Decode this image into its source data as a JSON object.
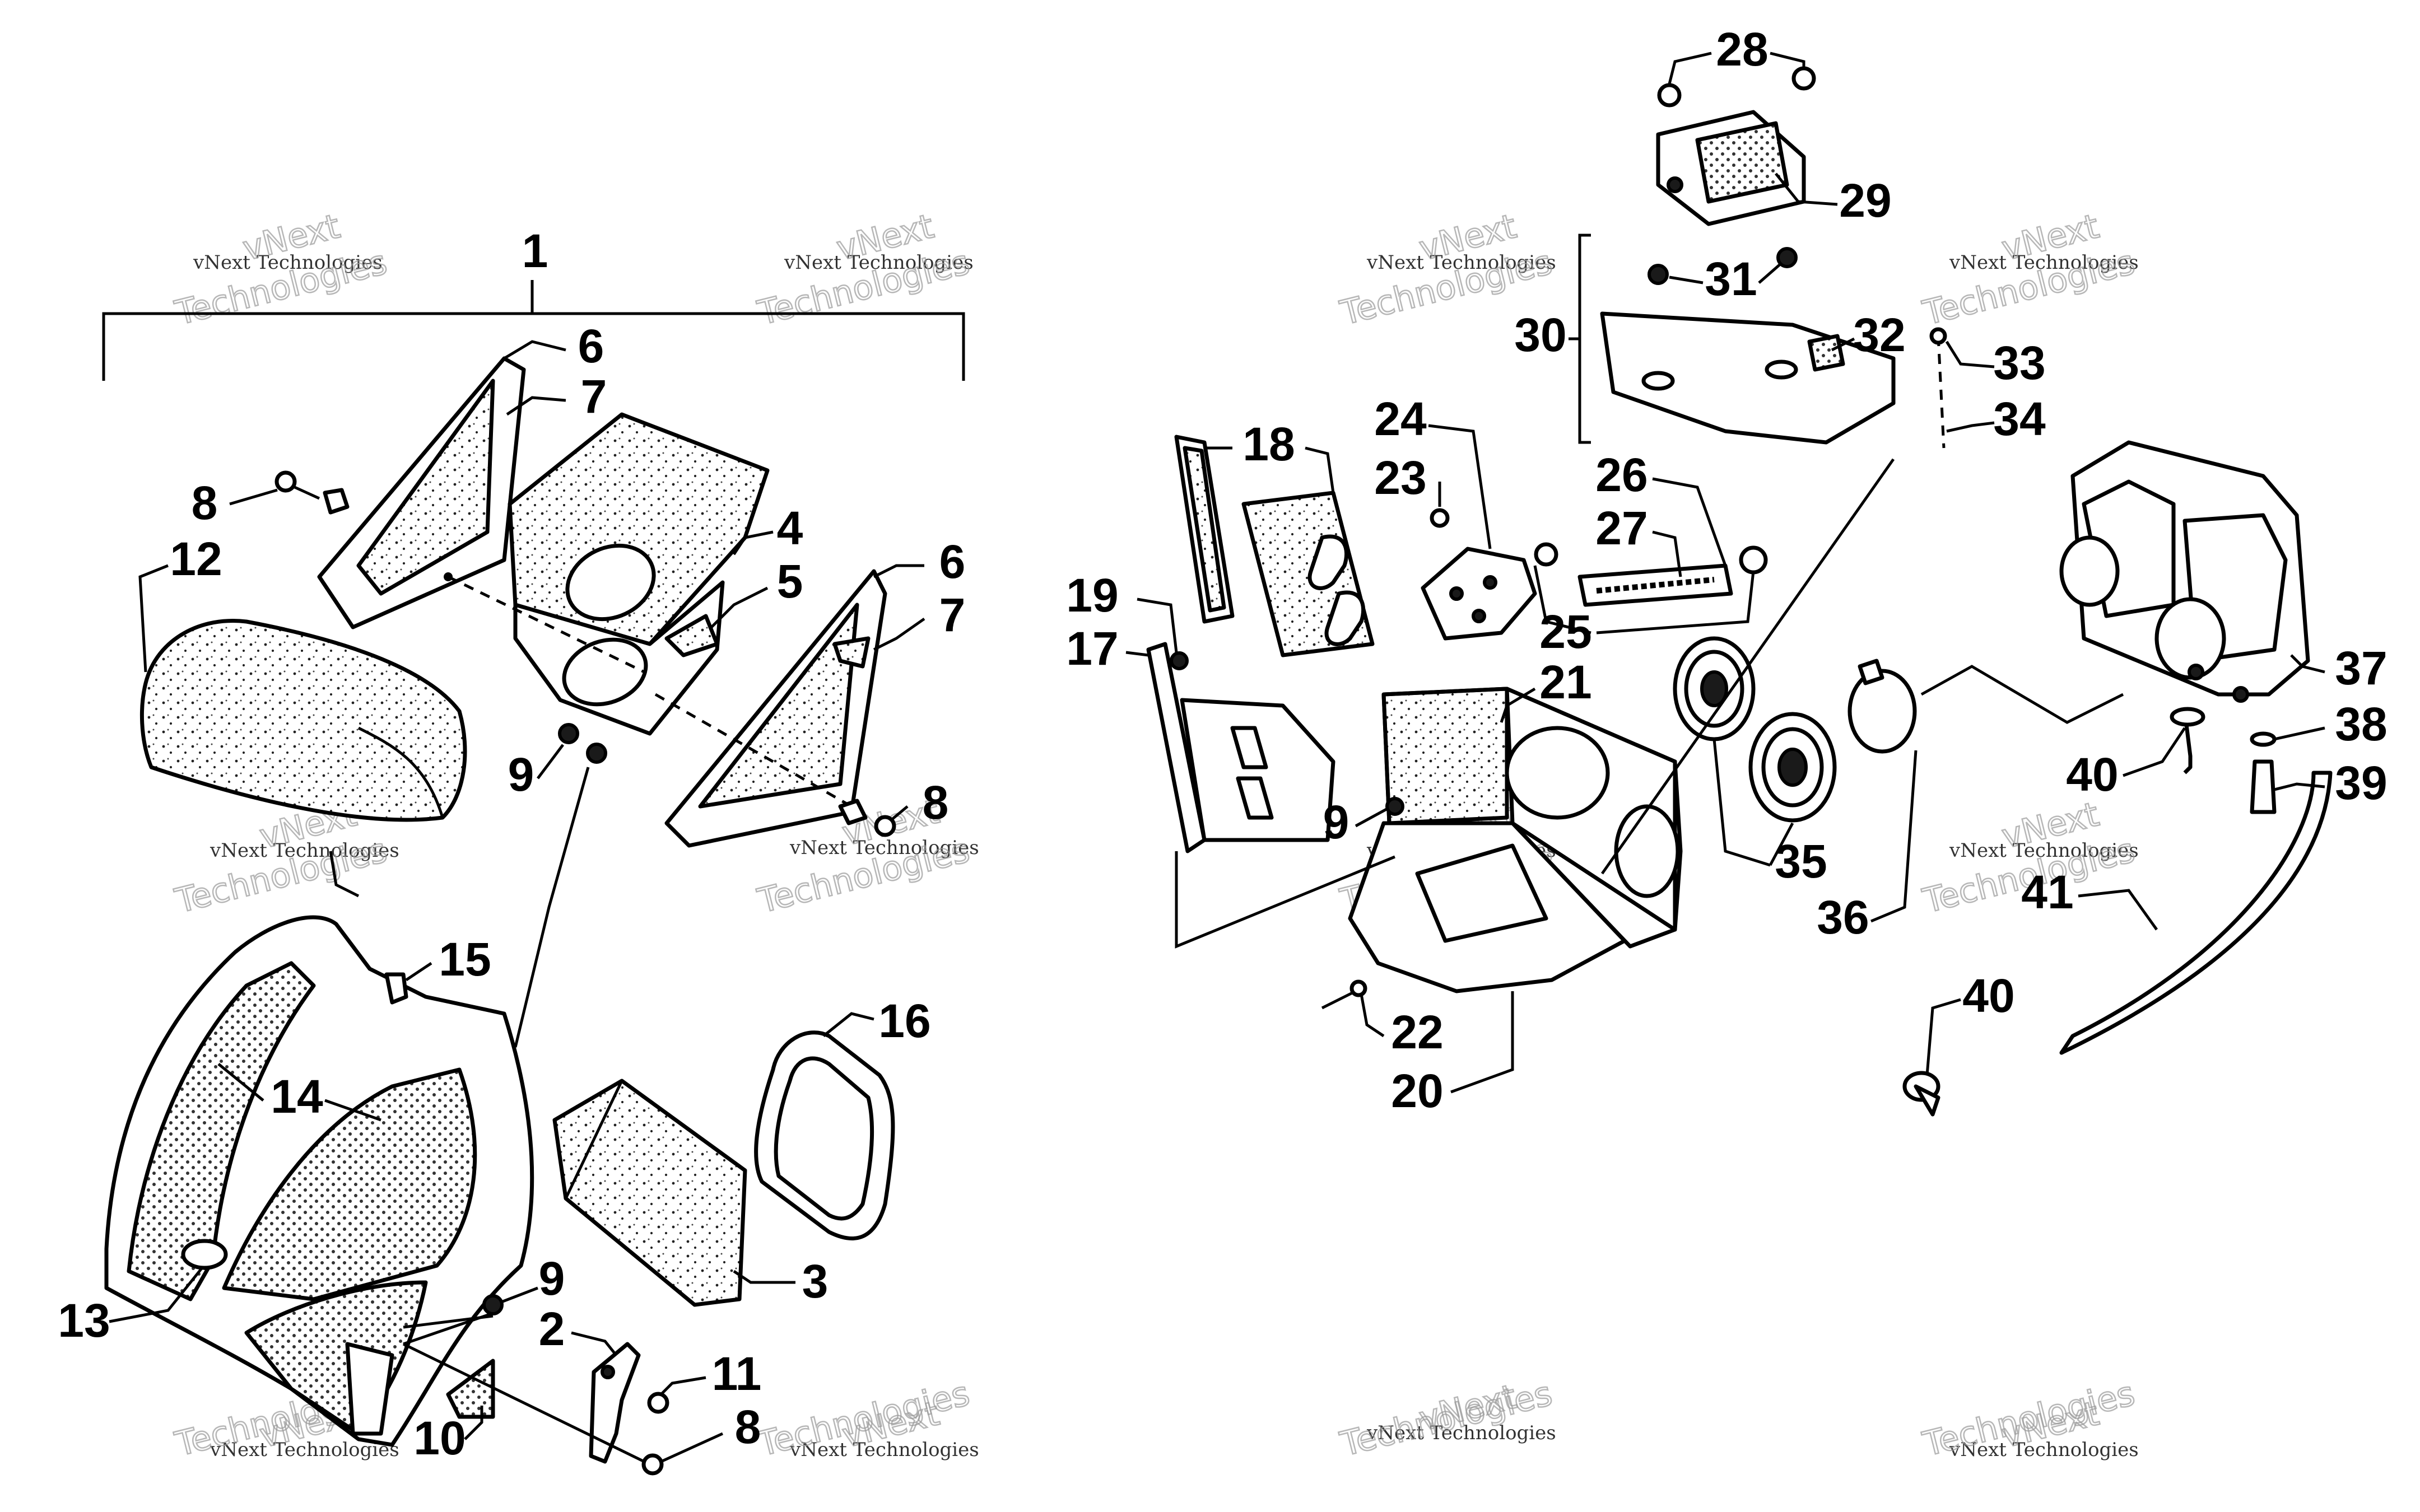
{
  "watermark": {
    "line1": "vNext Technologies",
    "line2": "vNext",
    "line3": "Technologies"
  },
  "callouts": [
    "1",
    "2",
    "3",
    "4",
    "5",
    "6",
    "7",
    "8",
    "9",
    "10",
    "11",
    "12",
    "13",
    "14",
    "15",
    "16",
    "17",
    "18",
    "19",
    "20",
    "21",
    "22",
    "23",
    "24",
    "25",
    "26",
    "27",
    "28",
    "29",
    "30",
    "31",
    "32",
    "33",
    "34",
    "35",
    "36",
    "37",
    "38",
    "39",
    "40",
    "41"
  ]
}
